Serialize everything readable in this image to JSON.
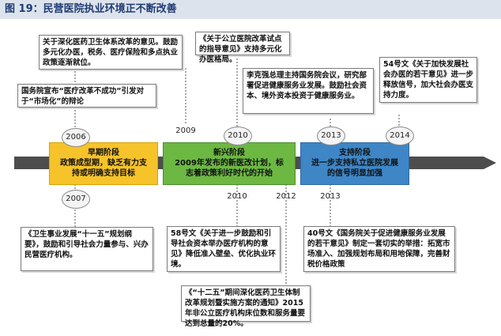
{
  "title": "图 19：民营医院执业环境正不断改善",
  "stages": [
    {
      "name": "早期阶段",
      "desc": "政策成型期，缺乏有力支持或明确支持目标",
      "color": "#f6c32a"
    },
    {
      "name": "新兴阶段",
      "desc": "2009年发布的新医改计划，标志着政策利好时代的开始",
      "color": "#6cb843"
    },
    {
      "name": "支持阶段",
      "desc": "进一步支持私立医院发展的信号明显加强",
      "color": "#3e86c6"
    }
  ],
  "years": {
    "y2006": "2006",
    "y2007": "2007",
    "y2009": "2009",
    "y2010a": "2010",
    "y2010b": "2010",
    "y2012": "2012",
    "y2013a": "2013",
    "y2013b": "2013",
    "y2014": "2014"
  },
  "events": {
    "e2006a": "国务院宣布“医疗改革不成功”引发对于“市场化”的辩论",
    "e2009": "关于深化医药卫生体系改革的意见。鼓励多元化办医，税务、医疗保险和多点执业政策逐渐就位。",
    "e2010a": "《关于公立医院改革试点的指导意见》支持多元化办医格局。",
    "e2013a": "李克强总理主持国务院会议，研究部署促进健康服务业发展。鼓励社会资本、境外资本投资于健康服务业。",
    "e2014": "54号文《关于加快发展社会办医的若干意见》进一步释放信号，加大社会办医支持力度。",
    "e2007": "《卫生事业发展“十一五”规划纲要》，鼓励和引导社会力量参与、兴办民营医疗机构。",
    "e2010b": "58号文《关于进一步鼓励和引导社会资本举办医疗机构的意见》降低准入壁垒、优化执业环境。",
    "e2012": "《“十二五”期间深化医药卫生体制改革规划暨实施方案的通知》2015年非公立医疗机构床位数和服务量要达到总量的20%。",
    "e2013b": "40号文《国务院关于促进健康服务业发展的若干意见》制定一套切实的举措：拓宽市场准入、加强规划布局和用地保障，完善财税价格政策"
  },
  "colors": {
    "axis": "#4a4a4a",
    "connector": "#555555"
  }
}
